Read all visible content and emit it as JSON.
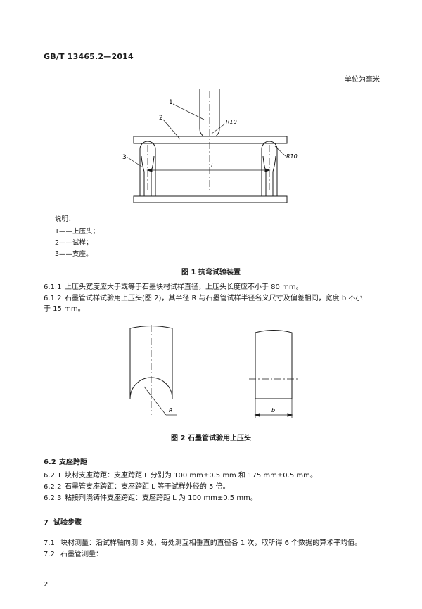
{
  "header": {
    "standard_code": "GB/T  13465.2—2014"
  },
  "unit_note": "单位为毫米",
  "figure1": {
    "labels": {
      "callout_1": "1",
      "callout_2": "2",
      "callout_3": "3",
      "radius_top": "R10",
      "radius_right": "R10",
      "span": "L"
    },
    "legend_title": "说明：",
    "legend_items": [
      "1——上压头；",
      "2——试样；",
      "3——支座。"
    ],
    "caption": "图 1   抗弯试验装置"
  },
  "clauses_a": [
    {
      "num": "6.1.1",
      "text": "上压头宽度应大于或等于石墨块材试样直径，上压头长度应不小于 80 mm。"
    },
    {
      "num": "6.1.2",
      "text": "石墨管试样试验用上压头(图 2)，其半径 R 与石墨管试样半径名义尺寸及偏差相同，宽度 b 不小"
    },
    {
      "num": "",
      "text": "于 15 mm。"
    }
  ],
  "figure2": {
    "labels": {
      "radius": "R",
      "width": "b"
    },
    "caption": "图 2   石墨管试验用上压头"
  },
  "section_62": {
    "num": "6.2",
    "title": "支座跨距"
  },
  "clauses_b": [
    {
      "num": "6.2.1",
      "text": "块材支座跨距：支座跨距 L 分别为 100 mm±0.5 mm 和 175 mm±0.5 mm。"
    },
    {
      "num": "6.2.2",
      "text": "石墨管支座跨距：支座跨距 L 等于试样外径的 5 倍。"
    },
    {
      "num": "6.2.3",
      "text": "粘接剂浇铸件支座跨距：支座跨距 L 为 100 mm±0.5 mm。"
    }
  ],
  "section_7": {
    "num": "7",
    "title": "试验步骤"
  },
  "clauses_c": [
    {
      "num": "7.1",
      "text": "块材测量：沿试样轴向测 3 处，每处测互相垂直的直径各 1 次，取所得 6 个数据的算术平均值。"
    },
    {
      "num": "7.2",
      "text": "石墨管测量："
    }
  ],
  "footer": {
    "page_number": "2"
  }
}
